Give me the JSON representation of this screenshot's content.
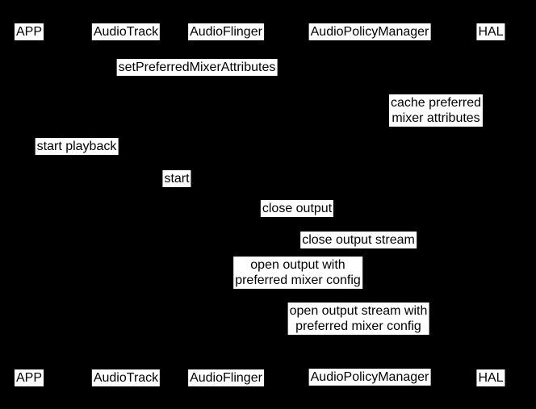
{
  "diagram": {
    "type": "sequence-diagram",
    "colors": {
      "background": "#000000",
      "label_background": "#ffffff",
      "label_text": "#000000"
    },
    "participants": [
      "APP",
      "AudioTrack",
      "AudioFlinger",
      "AudioPolicyManager",
      "HAL"
    ],
    "messages": [
      {
        "text": "setPreferredMixerAttributes"
      },
      {
        "text": "cache preferred\nmixer attributes"
      },
      {
        "text": "start playback"
      },
      {
        "text": "start"
      },
      {
        "text": "close output"
      },
      {
        "text": "close output stream"
      },
      {
        "text": "open output with\npreferred mixer config"
      },
      {
        "text": "open output stream with\npreferred mixer config"
      }
    ]
  }
}
